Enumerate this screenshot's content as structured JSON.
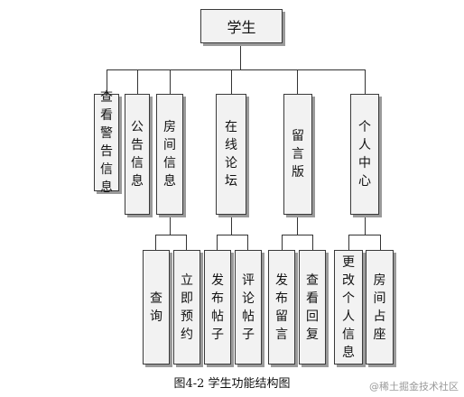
{
  "root": "学生",
  "level1": [
    {
      "label": "查看警告信息"
    },
    {
      "label": "公告信息"
    },
    {
      "label": "房间信息"
    },
    {
      "label": "在线论坛"
    },
    {
      "label": "留言版"
    },
    {
      "label": "个人中心"
    }
  ],
  "level2": {
    "room": [
      {
        "label": "查询"
      },
      {
        "label": "立即预约"
      }
    ],
    "forum": [
      {
        "label": "发布帖子"
      },
      {
        "label": "评论帖子"
      }
    ],
    "message": [
      {
        "label": "发布留言"
      },
      {
        "label": "查看回复"
      }
    ],
    "personal": [
      {
        "label": "更改个人信息"
      },
      {
        "label": "房间占座"
      }
    ]
  },
  "caption": "图4-2  学生功能结构图",
  "watermark": "@稀土掘金技术社区"
}
